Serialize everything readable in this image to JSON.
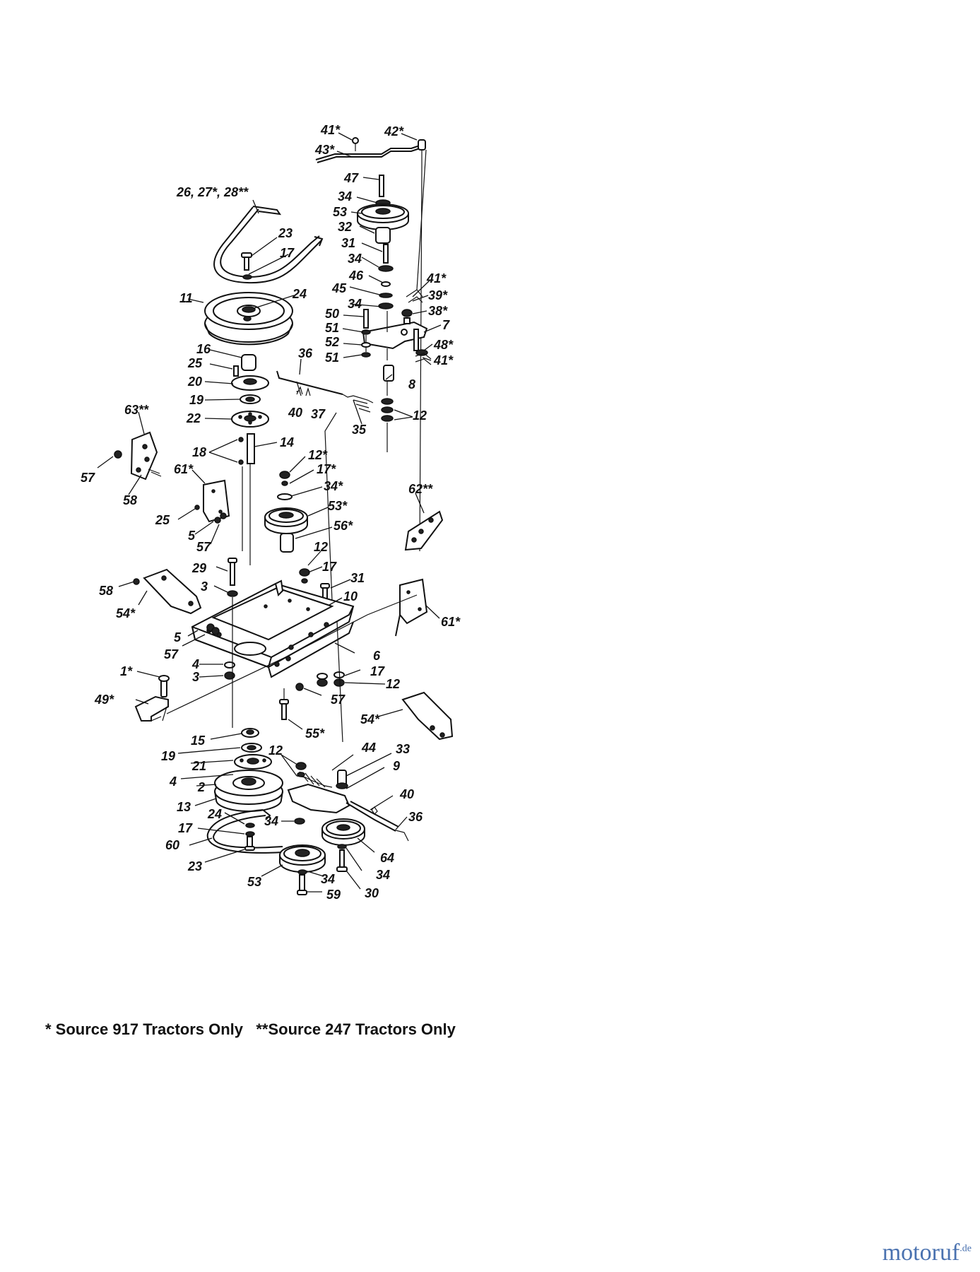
{
  "labels": {
    "l41a": "41*",
    "l42": "42*",
    "l43": "43*",
    "l47": "47",
    "l26": "26, 27*, 28**",
    "l34a": "34",
    "l53a": "53",
    "l32": "32",
    "l23a": "23",
    "l31a": "31",
    "l17a": "17",
    "l34b": "34",
    "l46": "46",
    "l41b": "41*",
    "l11": "11",
    "l24a": "24",
    "l45": "45",
    "l39": "39*",
    "l34c": "34",
    "l38": "38*",
    "l50": "50",
    "l7": "7",
    "l51a": "51",
    "l48": "48*",
    "l52": "52",
    "l41c": "41*",
    "l51b": "51",
    "l16": "16",
    "l36a": "36",
    "l25a": "25",
    "l8": "8",
    "l20": "20",
    "l19a": "19",
    "l40a": "40",
    "l37": "37",
    "l12a": "12",
    "l22": "22",
    "l35": "35",
    "l63": "63**",
    "l14": "14",
    "l18": "18",
    "l12b": "12*",
    "l61a": "61*",
    "l17b": "17*",
    "l57a": "57",
    "l34d": "34*",
    "l58a": "58",
    "l53b": "53*",
    "l62": "62**",
    "l25b": "25",
    "l56": "56*",
    "l5a": "5",
    "l57b": "57",
    "l12c": "12",
    "l29": "29",
    "l17c": "17",
    "l31b": "31",
    "l3a": "3",
    "l58b": "58",
    "l10": "10",
    "l54a": "54*",
    "l61b": "61*",
    "l5b": "5",
    "l57c": "57",
    "l6": "6",
    "l4a": "4",
    "l17d": "17",
    "l1": "1*",
    "l3b": "3",
    "l12d": "12",
    "l57d": "57",
    "l49": "49*",
    "l54b": "54*",
    "l55": "55*",
    "l15": "15",
    "l19b": "19",
    "l12e": "12",
    "l44": "44",
    "l33": "33",
    "l21": "21",
    "l9": "9",
    "l4b": "4",
    "l40b": "40",
    "l2": "2",
    "l13": "13",
    "l36b": "36",
    "l24b": "24",
    "l34e": "34",
    "l17e": "17",
    "l60": "60",
    "l64": "64",
    "l23b": "23",
    "l34f": "34",
    "l53c": "53",
    "l34g": "34",
    "l59": "59",
    "l30": "30"
  },
  "footnote": "* Source 917 Tractors Only   **Source 247 Tractors Only",
  "watermark": {
    "main": "motoruf",
    "suffix": ".de"
  }
}
